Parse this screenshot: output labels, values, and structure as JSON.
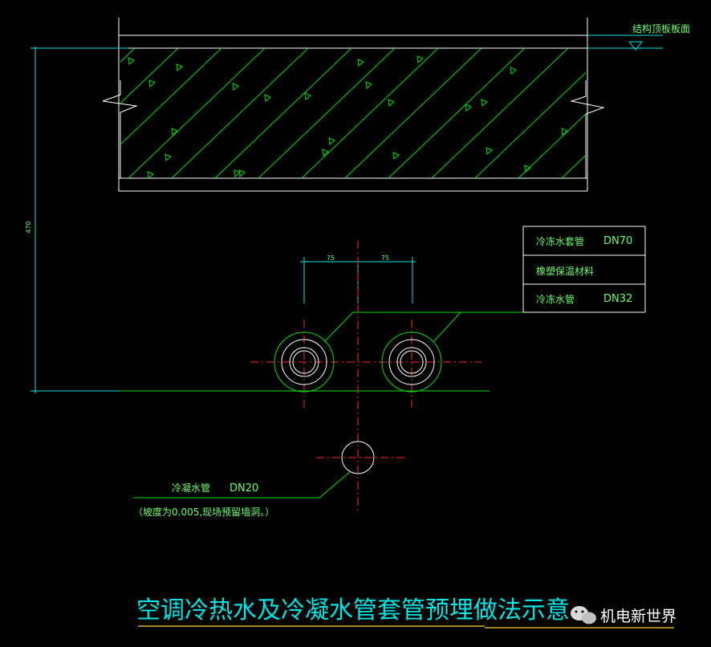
{
  "labels": {
    "slab_top": "结构顶板板面",
    "dim_height": "470",
    "dim_left": "75",
    "dim_right": "75",
    "sleeve_name": "冷冻水套管",
    "sleeve_size": "DN70",
    "insulation": "橡塑保温材料",
    "chilled_name": "冷冻水管",
    "chilled_size": "DN32",
    "condensate_name": "冷凝水管",
    "condensate_size": "DN20",
    "condensate_note": "（坡度为0.005,现场预留墙洞。）",
    "title": "空调冷热水及冷凝水管套管预埋做法示意",
    "watermark": "机电新世界"
  },
  "icons": [
    "wechat-icon"
  ],
  "colors": {
    "background": "#000000",
    "outline": "#00e000",
    "dimension": "#00e5e5",
    "centerline": "#ff2a2a",
    "text": "#6cff6c",
    "title": "#00e5e5",
    "underline": "#ffcf33"
  }
}
